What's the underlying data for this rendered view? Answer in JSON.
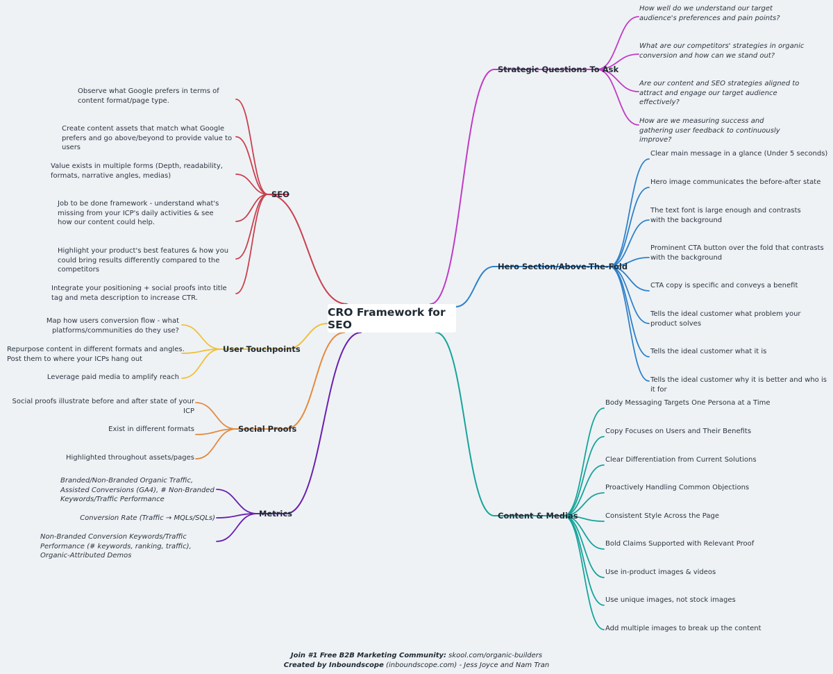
{
  "center": {
    "title": "CRO Framework for SEO"
  },
  "branches": {
    "strategic": {
      "label": "Strategic Questions To Ask",
      "color": "#c13ac4",
      "items": [
        "How well do we understand our target audience's preferences and pain points?",
        "What are our competitors' strategies in organic conversion and how can we stand out?",
        "Are our content and SEO strategies aligned to attract and engage our target audience effectively?",
        "How are we measuring success and gathering user feedback to continuously improve?"
      ]
    },
    "hero": {
      "label": "Hero Section/Above-The-Fold",
      "color": "#2f80c8",
      "items": [
        "Clear main message in a glance (Under 5 seconds)",
        "Hero image communicates the before-after state",
        "The text font is large enough and contrasts with the background",
        "Prominent CTA button over the fold that contrasts with the background",
        "CTA copy is specific and conveys a benefit",
        "Tells the ideal customer what problem your product solves",
        "Tells the ideal customer what it is",
        "Tells the ideal customer why it is better and who is it for"
      ]
    },
    "content": {
      "label": "Content & Medias",
      "color": "#16a39a",
      "items": [
        "Body Messaging Targets One Persona at a Time",
        "Copy Focuses on Users and Their Benefits",
        "Clear Differentiation from Current Solutions",
        "Proactively Handling Common Objections",
        "Consistent Style Across the Page",
        "Bold Claims Supported with Relevant Proof",
        "Use in-product images & videos",
        "Use unique images, not stock images",
        "Add multiple images to break up the content"
      ]
    },
    "seo": {
      "label": "SEO",
      "color": "#c9404e",
      "items": [
        "Observe what Google prefers in terms of content format/page type.",
        "Create content assets that match what Google prefers and go above/beyond to provide value to users",
        "Value exists in multiple forms (Depth, readability, formats, narrative angles, medias)",
        "Job to be done framework - understand what's missing from your ICP's daily activities & see how our content could help.",
        "Highlight your product's best features & how you  could bring results differently compared to the competitors",
        "Integrate your positioning + social proofs into title tag and meta description to increase CTR."
      ]
    },
    "touchpoints": {
      "label": "User Touchpoints",
      "color": "#f0c03a",
      "items": [
        "Map how users conversion flow - what platforms/communities do they use?",
        "Repurpose content in different formats and angles. Post them to where your ICPs hang out",
        "Leverage paid media to amplify reach"
      ]
    },
    "social": {
      "label": "Social Proofs",
      "color": "#e5893a",
      "items": [
        "Social proofs illustrate before and after state of your ICP",
        "Exist in different formats",
        "Highlighted throughout assets/pages"
      ]
    },
    "metrics": {
      "label": "Metrics",
      "color": "#6a1fae",
      "items": [
        "Branded/Non-Branded Organic Traffic, Assisted Conversions (GA4), # Non-Branded Keywords/Traffic Performance",
        "Conversion Rate (Traffic → MQLs/SQLs)",
        "Non-Branded Conversion Keywords/Traffic Performance (# keywords, ranking, traffic), Organic-Attributed Demos"
      ]
    }
  },
  "footer": {
    "line1_bold": "Join #1 Free B2B Marketing Community:",
    "line1_rest": " skool.com/organic-builders",
    "line2_bold": "Created by Inboundscope",
    "line2_rest": " (inboundscope.com) - Jess Joyce and Nam Tran"
  }
}
